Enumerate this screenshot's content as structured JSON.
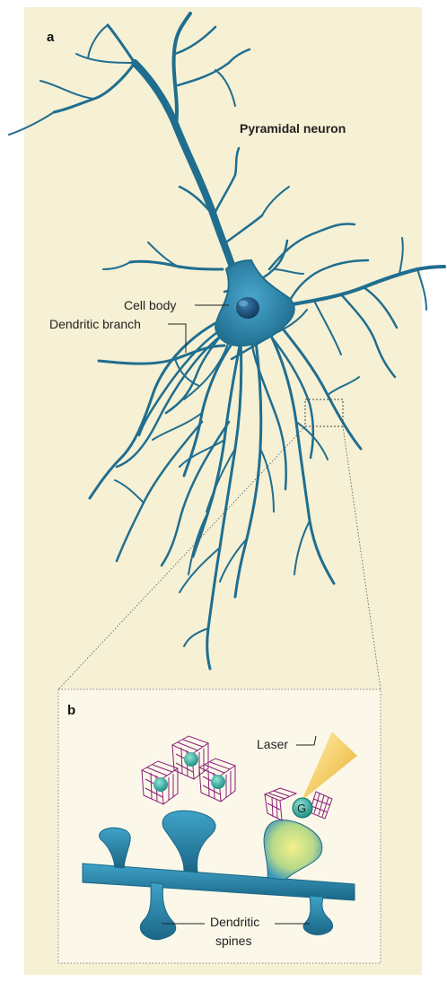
{
  "panel_a": {
    "letter": "a",
    "title": "Pyramidal neuron",
    "labels": {
      "dendritic_branch": "Dendritic branch",
      "cell_body": "Cell body"
    }
  },
  "panel_b": {
    "letter": "b",
    "labels": {
      "laser": "Laser",
      "dendritic_spines_line1": "Dendritic",
      "dendritic_spines_line2": "spines"
    },
    "molecule_glyph": "G"
  },
  "colors": {
    "background": "#f6f0d4",
    "neuron": "#1f6e8f",
    "neuron_light": "#3a98bb",
    "nucleus": "#0f3f66",
    "cage": "#8a1e7a",
    "molecule": "#2aa59a",
    "laser": "#f2c440",
    "panel_b_bg": "#fbf8ea"
  },
  "icons": [
    "cage-molecule-icon",
    "laser-beam-icon"
  ]
}
